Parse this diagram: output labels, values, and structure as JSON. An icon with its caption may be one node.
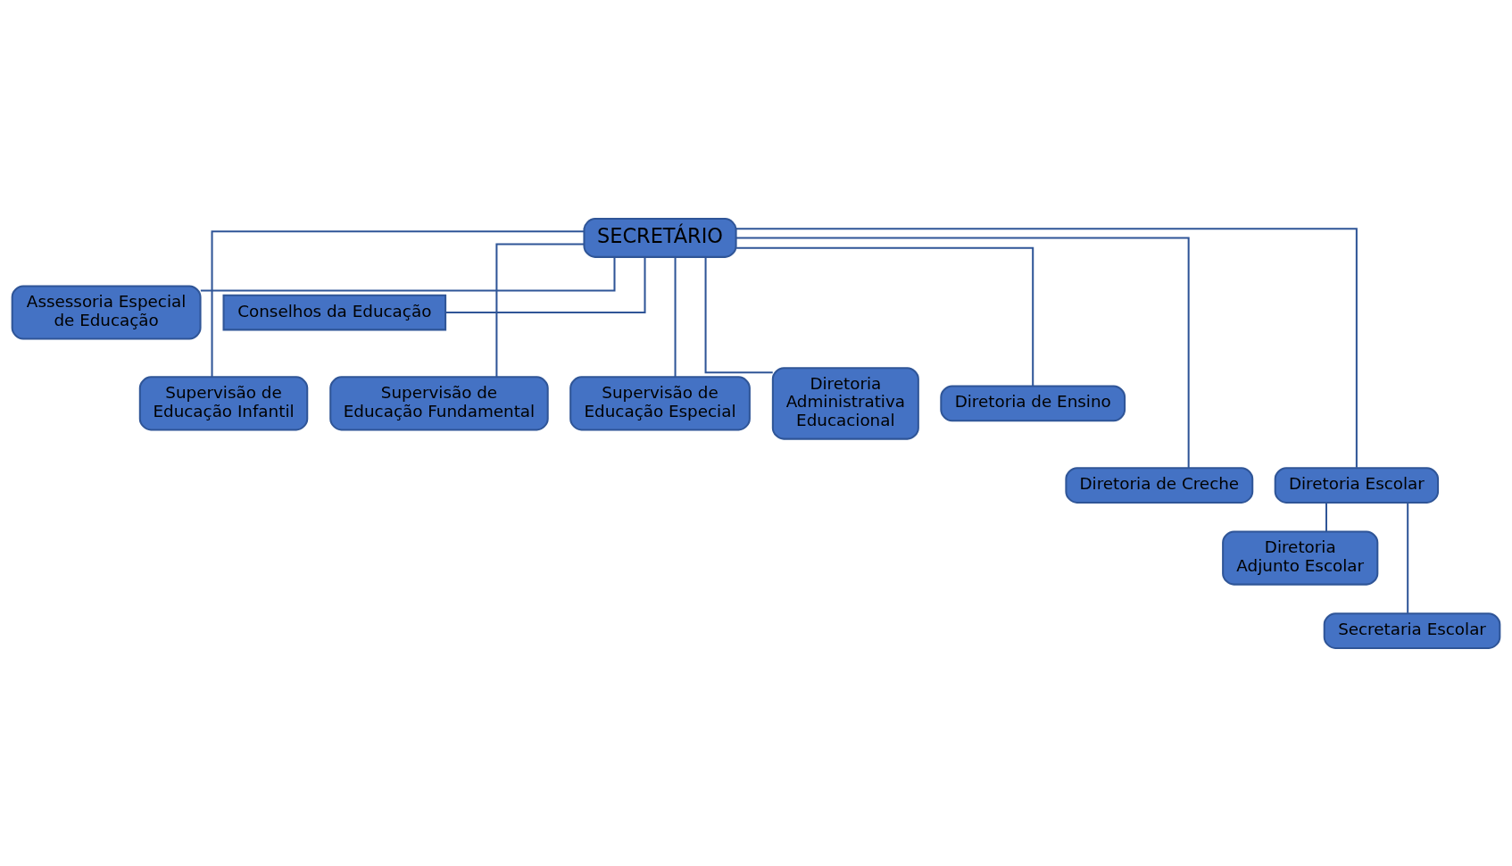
{
  "diagram": {
    "nodes": [
      {
        "text": [
          "SECRETÁRIO"
        ]
      },
      {
        "text": [
          "Assessoria Especial de Educação"
        ]
      },
      {
        "text": [
          "Conselhos da Educação"
        ]
      },
      {
        "text": [
          "Supervisão de Educação Infantil"
        ]
      },
      {
        "text": [
          "Supervisão de Educação Fundamental"
        ]
      },
      {
        "text": [
          "Supervisão de Educação Especial"
        ]
      },
      {
        "text": [
          "Diretoria Administrativa Educacional"
        ]
      },
      {
        "text": [
          "Diretoria de Ensino"
        ]
      },
      {
        "text": [
          "Diretoria de Creche"
        ]
      },
      {
        "text": [
          "Diretoria Escolar"
        ]
      },
      {
        "text": [
          "Diretoria Adjunto Escolar"
        ]
      },
      {
        "text": [
          "Secretaria Escolar"
        ]
      }
    ],
    "edges": [
      {
        "from": 0,
        "to": 1,
        "arrow": "none"
      },
      {
        "from": 0,
        "to": 2,
        "arrow": "none"
      },
      {
        "from": 0,
        "to": 3,
        "arrow": "none"
      },
      {
        "from": 0,
        "to": 4,
        "arrow": "none"
      },
      {
        "from": 0,
        "to": 5,
        "arrow": "none"
      },
      {
        "from": 0,
        "to": 6,
        "arrow": "none"
      },
      {
        "from": 0,
        "to": 7,
        "arrow": "none"
      },
      {
        "from": 0,
        "to": 8,
        "arrow": "none"
      },
      {
        "from": 0,
        "to": 9,
        "arrow": "none"
      },
      {
        "from": 9,
        "to": 10,
        "arrow": "none"
      },
      {
        "from": 9,
        "to": 11,
        "arrow": "none"
      }
    ]
  }
}
